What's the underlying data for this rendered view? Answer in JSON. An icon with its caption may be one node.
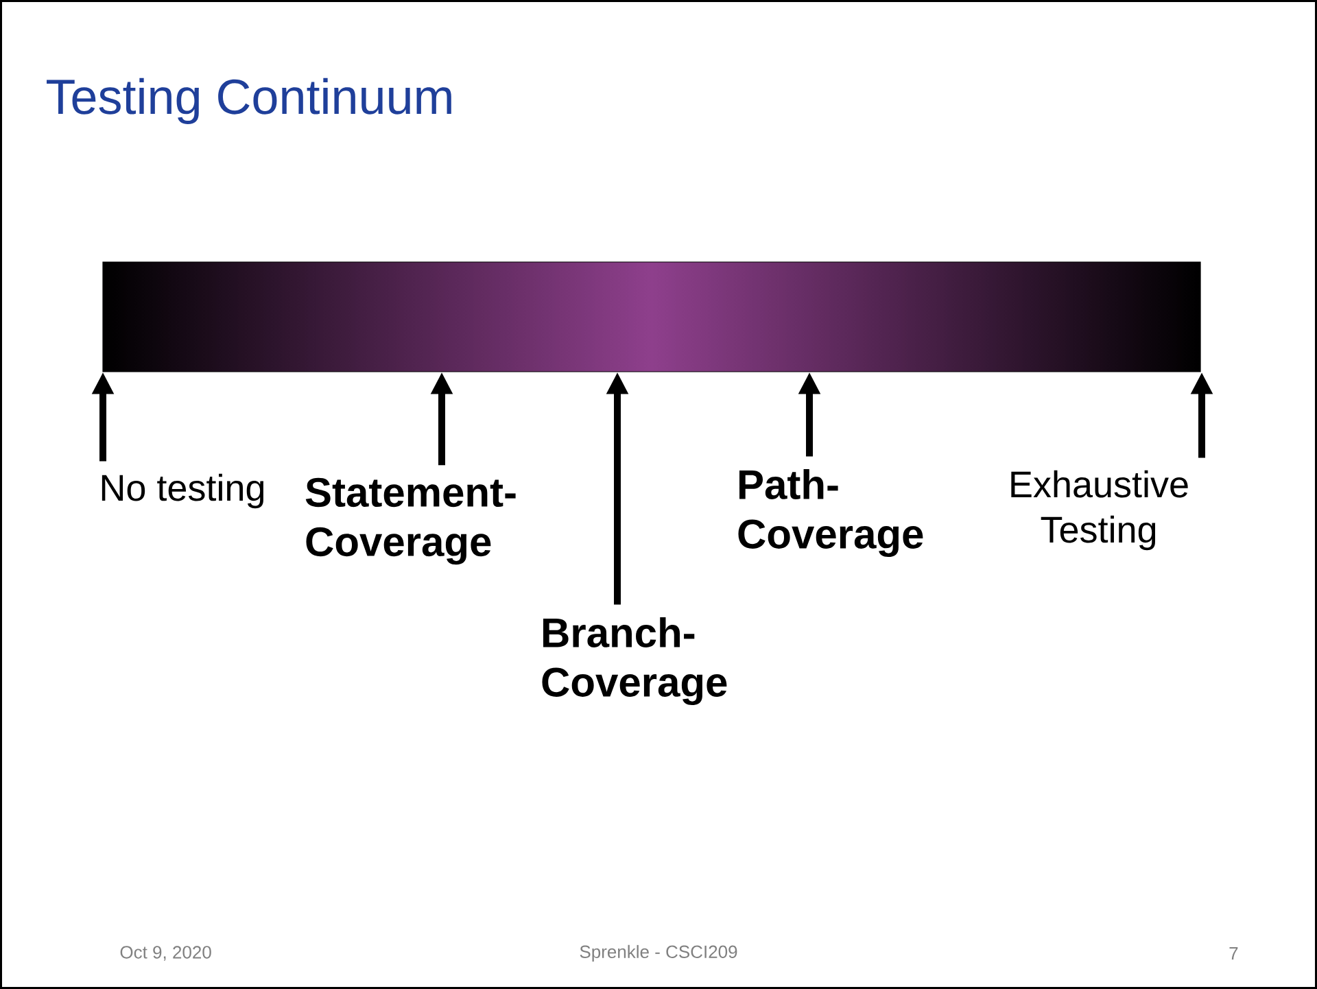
{
  "diagram": {
    "title": "Testing Continuum",
    "nodes": [
      {
        "text": [],
        "shape": "bar"
      },
      {
        "text": [
          "No testing"
        ]
      },
      {
        "text": [
          "Statement- Coverage"
        ]
      },
      {
        "text": [
          "Branch- Coverage"
        ]
      },
      {
        "text": [
          "Path- Coverage"
        ]
      },
      {
        "text": [
          "Exhaustive Testing"
        ]
      }
    ],
    "edges": [
      {
        "from": 1,
        "to": 0,
        "arrow": "to"
      },
      {
        "from": 2,
        "to": 0,
        "arrow": "to"
      },
      {
        "from": 3,
        "to": 0,
        "arrow": "to"
      },
      {
        "from": 4,
        "to": 0,
        "arrow": "to"
      },
      {
        "from": 5,
        "to": 0,
        "arrow": "to"
      }
    ],
    "labels": [
      "Oct 9, 2020",
      "Sprenkle - CSCI209",
      "7"
    ]
  }
}
